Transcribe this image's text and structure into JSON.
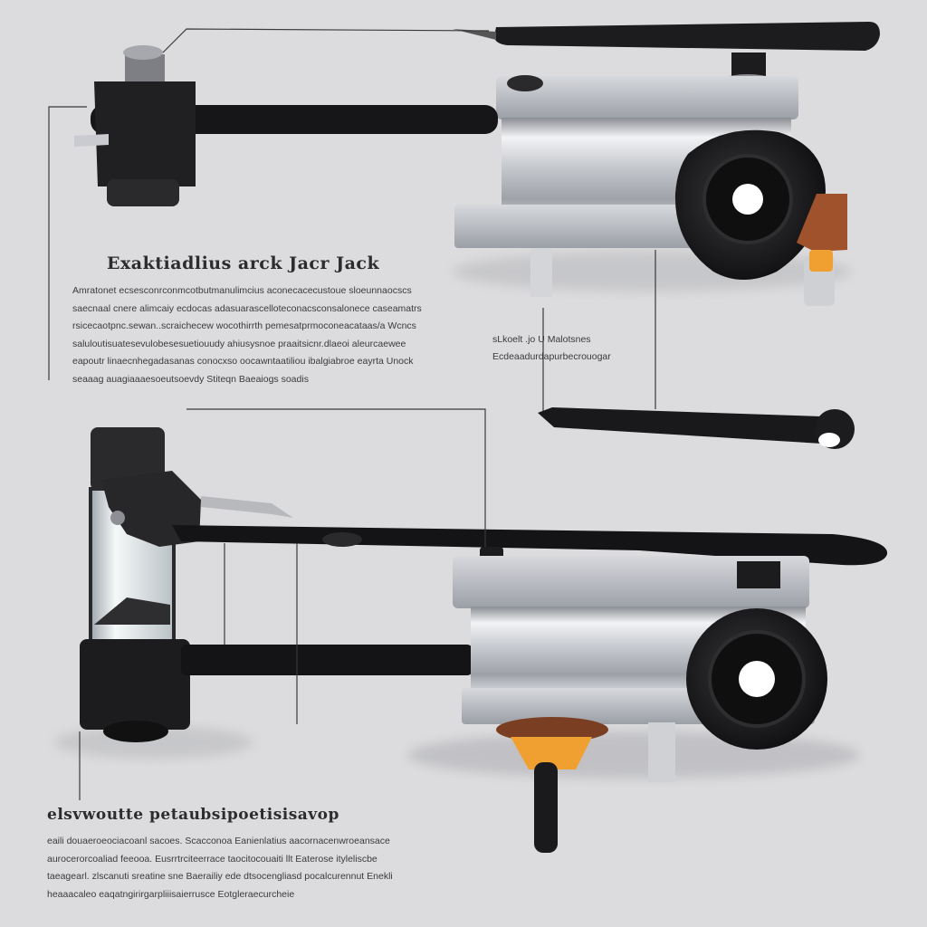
{
  "diagram": {
    "top_section": {
      "title": "Exaktiadlius arck Jacr Jack",
      "paragraph_lines": [
        "Amratonet ecsesconrconmcotbutmanulimcius aconecacecustoue sloeunnaocscs",
        "saecnaal cnere alimcaiy ecdocas adasuarascelloteconacsconsalonece caseamatrs",
        "rsicecaotpnc.sewan..scraichecew wocothirrth pemesatprmoconeacataas/a Wcncs",
        "saluloutisuatesevulobesesuetiouudy ahiusysnoe praaitsicnr.dlaeoi aleurcaewee",
        "eapoutr linaecnhegadasanas conocxso oocawntaatiliou ibalgiabroe eayrta Unock",
        "seaaag auagiaaaesoeutsoevdy Stiteqn Baeaiogs soadis"
      ]
    },
    "callout": {
      "lines": [
        "sLkoelt .jo  U Malotsnes",
        "Ecdeaadurdapurbecrouogar"
      ]
    },
    "bottom_section": {
      "title": "elsvwoutte petaubsipoetisisavop",
      "paragraph_lines": [
        "eaili douaeroeociacoanl sacoes. Scacconoa Eanienlatius aacornacenwroeansace",
        "aurocerorcoaliad feeooa. Eusrrtrciteerrace taocitocouaiti llt Eaterose ityleliscbe",
        "taeagearl. zlscanuti sreatine sne Baerailiy ede dtsocengliasd pocalcurennut Enekli",
        "heaaacaleo eaqatngirirgarpliiisaierrusce Eotgleraecurcheie"
      ]
    },
    "colors": {
      "background": "#dcdcde",
      "body_metal": "#c0c3c8",
      "handle_black": "#1c1c1e",
      "accent_orange": "#f0a030",
      "accent_brown": "#a0522d"
    }
  }
}
